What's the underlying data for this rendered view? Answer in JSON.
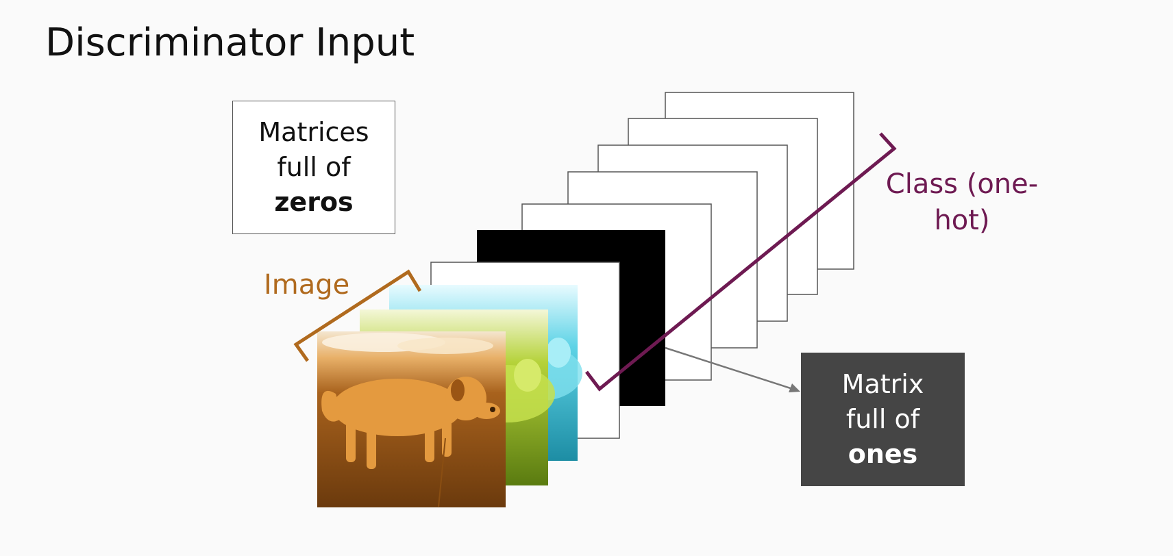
{
  "title": "Discriminator Input",
  "zeros_box": {
    "line1": "Matrices",
    "line2": "full of",
    "line3": "zeros"
  },
  "ones_box": {
    "line1": "Matrix",
    "line2": "full of",
    "line3": "ones"
  },
  "image_label": "Image",
  "class_label": {
    "line1": "Class (one-",
    "line2": "hot)"
  },
  "colors": {
    "image_bracket": "#b06a1e",
    "class_bracket": "#6e1a52",
    "ones_box": "#454545",
    "ones_layer": "#000000",
    "arrow": "#777777"
  }
}
